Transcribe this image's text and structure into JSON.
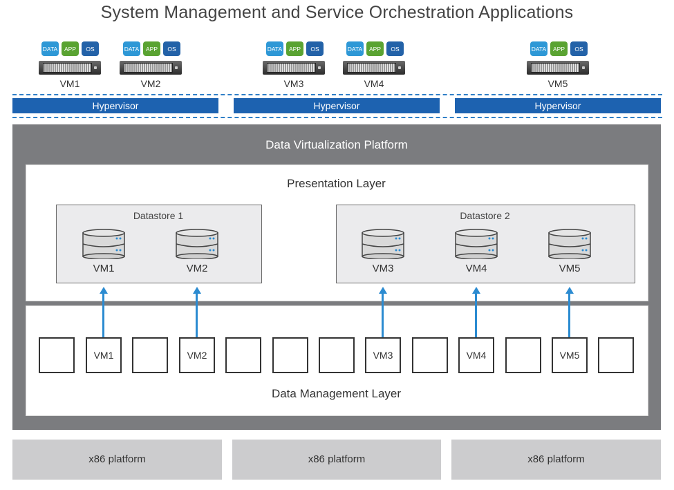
{
  "title": "System Management and Service Orchestration Applications",
  "tags": {
    "data": "DATA",
    "app": "APP",
    "os": "OS"
  },
  "top_vms": [
    "VM1",
    "VM2",
    "VM3",
    "VM4",
    "VM5"
  ],
  "hypervisor_label": "Hypervisor",
  "platform_label": "Data Virtualization Platform",
  "presentation_layer": {
    "label": "Presentation Layer",
    "datastores": [
      {
        "label": "Datastore 1",
        "vms": [
          "VM1",
          "VM2"
        ]
      },
      {
        "label": "Datastore 2",
        "vms": [
          "VM3",
          "VM4",
          "VM5"
        ]
      }
    ]
  },
  "data_management_layer": {
    "label": "Data Management Layer",
    "boxes": [
      "",
      "VM1",
      "",
      "VM2",
      "",
      "",
      "",
      "VM3",
      "",
      "VM4",
      "",
      "VM5",
      ""
    ]
  },
  "x86_label": "x86 platform",
  "colors": {
    "accent_blue": "#1d62b0",
    "arrow_blue": "#2b8bd1",
    "platform_gray": "#7b7c7f",
    "x86_gray": "#ccccce"
  }
}
